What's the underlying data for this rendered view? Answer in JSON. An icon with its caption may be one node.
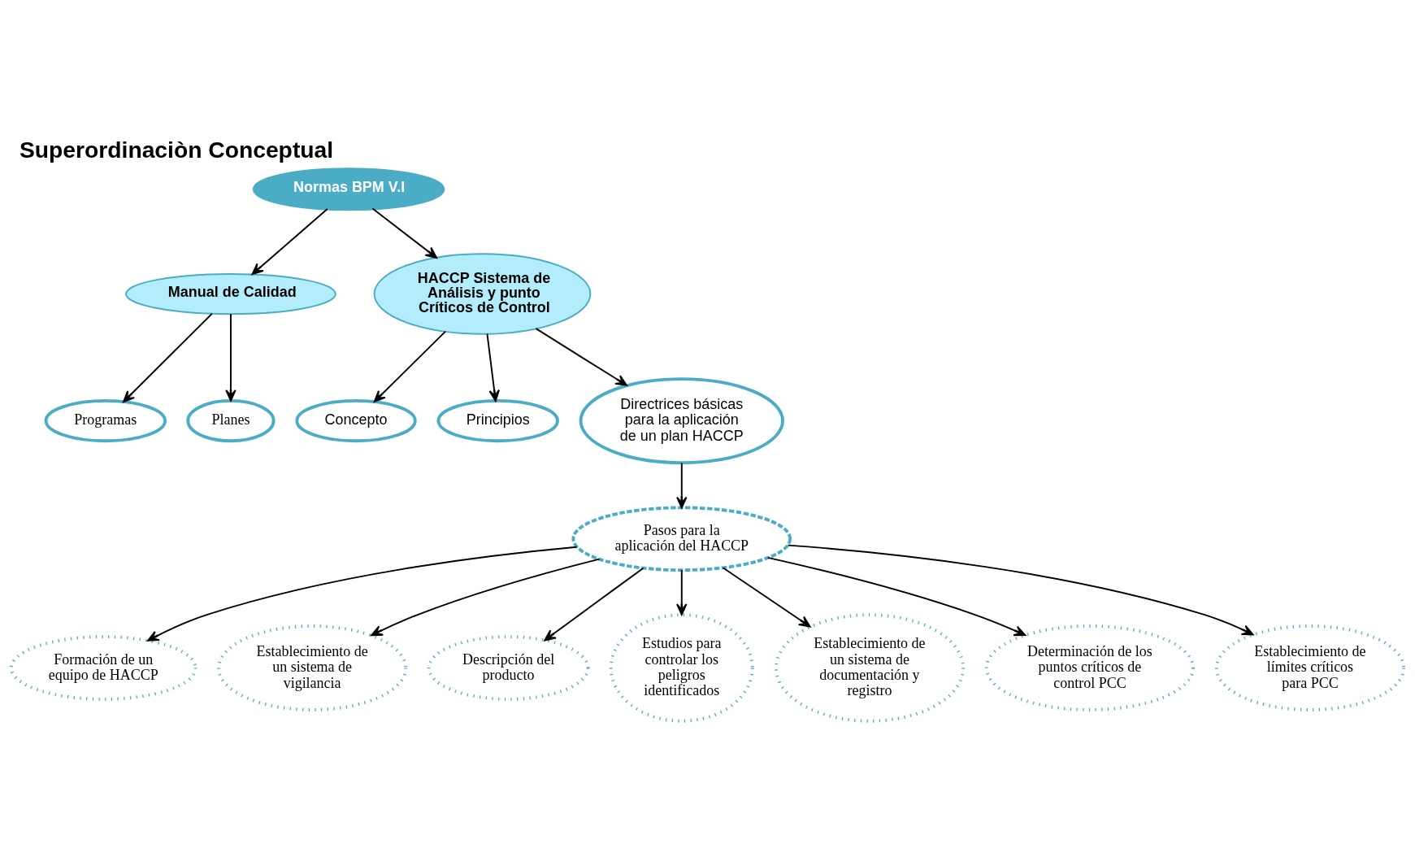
{
  "diagram": {
    "title": "Superordinaciòn Conceptual",
    "nodes": [
      {
        "text": [
          "Concepto"
        ]
      },
      {
        "text": [
          "Programas"
        ]
      },
      {
        "text": [
          "Planes"
        ]
      },
      {
        "text": [
          "Principios"
        ]
      },
      {
        "text": [
          "Manual de Calidad"
        ]
      },
      {
        "text": [
          "Directrices básicas para la aplicación de un plan HACCP"
        ]
      },
      {
        "text": [
          "HACCP Sistema de Análisis y punto Críticos de Control"
        ]
      },
      {
        "text": [
          "Normas BPM V.I"
        ]
      },
      {
        "text": [
          "Pasos para la aplicación del HACCP"
        ]
      },
      {
        "text": [
          "Formación de un equipo de HACCP"
        ]
      },
      {
        "text": [
          "Establecimiento de un sistema de vigilancia"
        ]
      },
      {
        "text": [
          "Descripción del producto"
        ]
      },
      {
        "text": [
          "Estudios para controlar los peligros identificados"
        ]
      },
      {
        "text": [
          "Establecimiento de un sistema de documentación y registro"
        ]
      },
      {
        "text": [
          "Determinación de los puntos críticos de control PCC"
        ]
      },
      {
        "text": [
          "Establecimiento de límites críticos para PCC"
        ]
      }
    ],
    "edges": [
      {
        "from": 7,
        "to": 6,
        "arrow": "to"
      },
      {
        "from": 7,
        "to": 4,
        "arrow": "to"
      },
      {
        "from": 4,
        "to": 1,
        "arrow": "to"
      },
      {
        "from": 4,
        "to": 2,
        "arrow": "to"
      },
      {
        "from": 6,
        "to": 0,
        "arrow": "to"
      },
      {
        "from": 6,
        "to": 3,
        "arrow": "to"
      },
      {
        "from": 6,
        "to": 5,
        "arrow": "to"
      },
      {
        "from": 5,
        "to": 8,
        "arrow": "to"
      },
      {
        "from": 8,
        "to": 9,
        "arrow": "to"
      },
      {
        "from": 8,
        "to": 10,
        "arrow": "to"
      },
      {
        "from": 8,
        "to": 11,
        "arrow": "to"
      },
      {
        "from": 8,
        "to": 12,
        "arrow": "to"
      },
      {
        "from": 8,
        "to": 13,
        "arrow": "to"
      },
      {
        "from": 8,
        "to": 14,
        "arrow": "to"
      },
      {
        "from": 8,
        "to": 15,
        "arrow": "to"
      }
    ]
  }
}
